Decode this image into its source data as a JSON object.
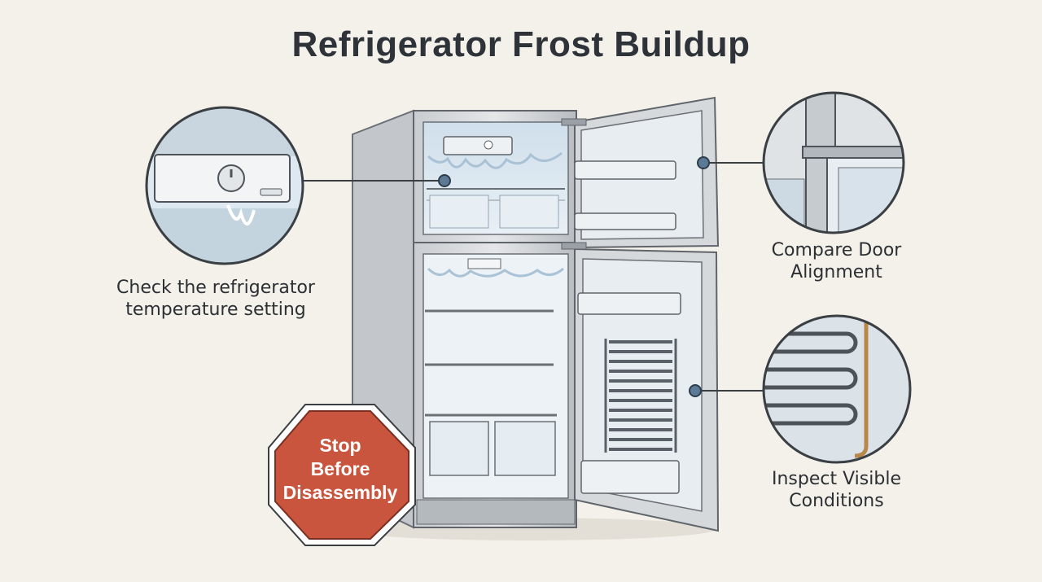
{
  "title": "Refrigerator Frost Buildup",
  "callouts": {
    "temperature": {
      "line1": "Check the refrigerator",
      "line2": "temperature setting"
    },
    "door": {
      "line1": "Compare Door",
      "line2": "Alignment"
    },
    "inspect": {
      "line1": "Inspect Visible",
      "line2": "Conditions"
    }
  },
  "stop_sign": {
    "line1": "Stop",
    "line2": "Before",
    "line3": "Disassembly"
  },
  "colors": {
    "background": "#f4f1ea",
    "stop_sign": "#c9553f",
    "frost": "#dbe7f0",
    "marker": "#5d7a95"
  }
}
